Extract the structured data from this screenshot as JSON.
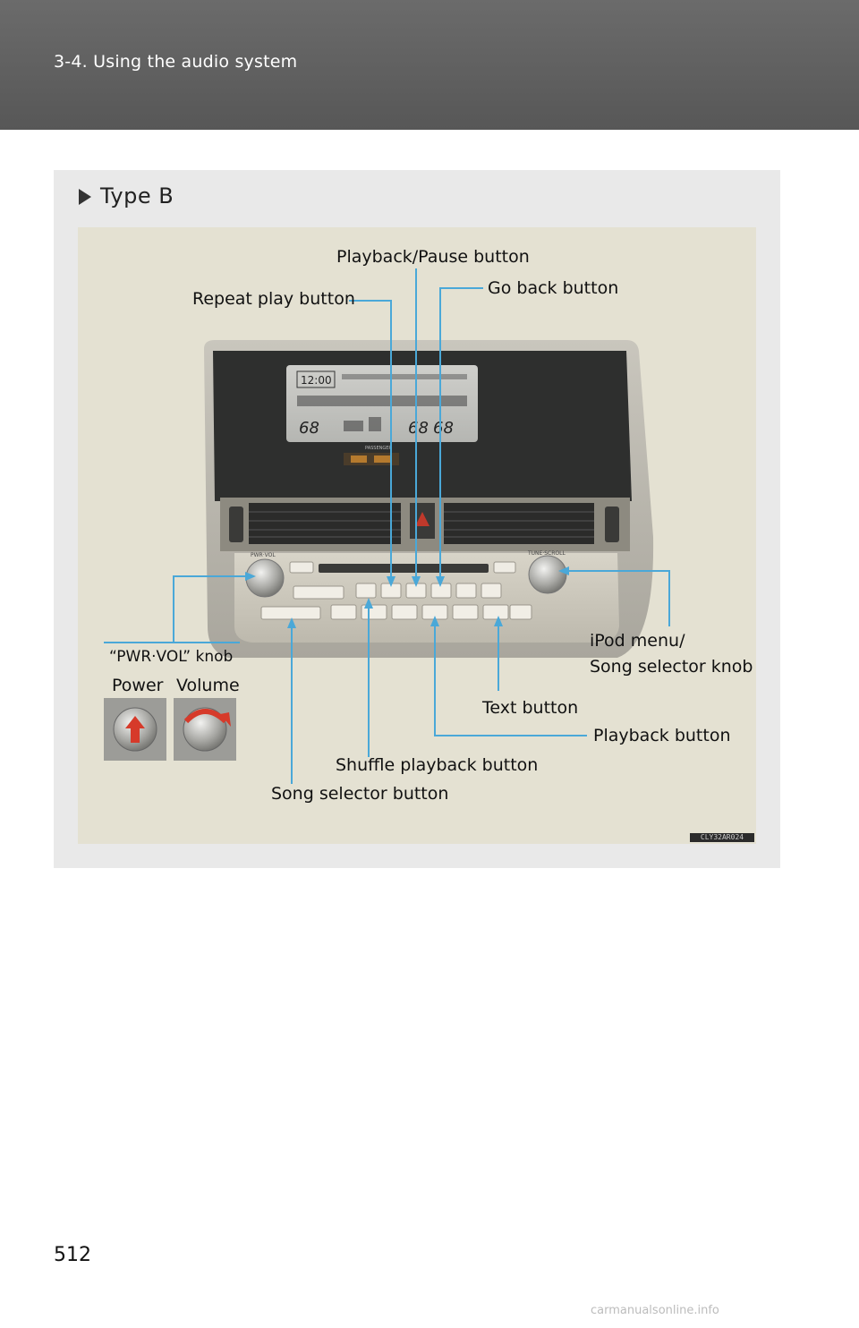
{
  "header": {
    "title": "3-4. Using the audio system"
  },
  "section": {
    "type_label": "Type B"
  },
  "callouts": {
    "playback_pause": "Playback/Pause button",
    "repeat_play": "Repeat play button",
    "go_back": "Go back button",
    "pwr_vol_knob": "“PWR·VOL” knob",
    "power": "Power",
    "volume": "Volume",
    "ipod_menu_line1": "iPod menu/",
    "ipod_menu_line2": "Song selector knob",
    "text_button": "Text button",
    "playback_button": "Playback button",
    "shuffle_playback": "Shuffle playback button",
    "song_selector": "Song selector button"
  },
  "display": {
    "clock": "12:00",
    "temp_left": "68",
    "temp_mid": "68",
    "temp_right": "68",
    "passenger": "PASSENGER"
  },
  "panel_labels": {
    "pwr_vol": "PWR·VOL",
    "tune_scroll": "TUNE·SCROLL"
  },
  "figure_code": "CLY32AR024",
  "page_number": "512",
  "watermark": "carmanualsonline.info"
}
